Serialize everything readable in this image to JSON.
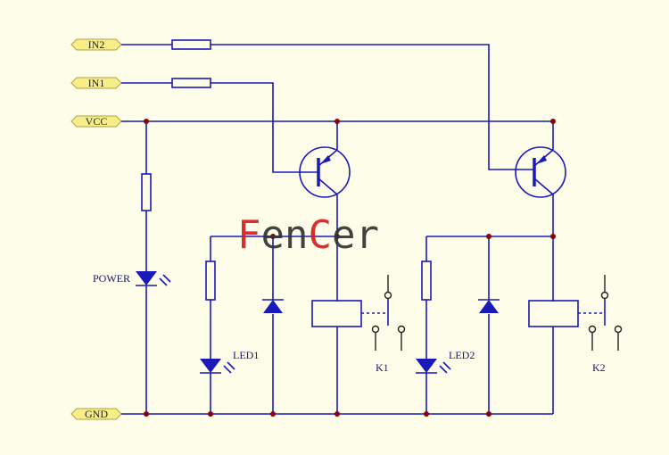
{
  "ports": {
    "in2": "IN2",
    "in1": "IN1",
    "vcc": "VCC",
    "gnd": "GND"
  },
  "labels": {
    "power": "POWER",
    "led1": "LED1",
    "led2": "LED2",
    "k1": "K1",
    "k2": "K2"
  },
  "watermark": {
    "parts": [
      "F",
      "en",
      "C",
      "er"
    ],
    "colors": [
      "#d42020",
      "#333333",
      "#d42020",
      "#333333"
    ]
  },
  "colors": {
    "wire": "#1a1ab8",
    "junction": "#8b0000",
    "port_fill": "#f7ee8a",
    "background": "#fdfde9"
  }
}
